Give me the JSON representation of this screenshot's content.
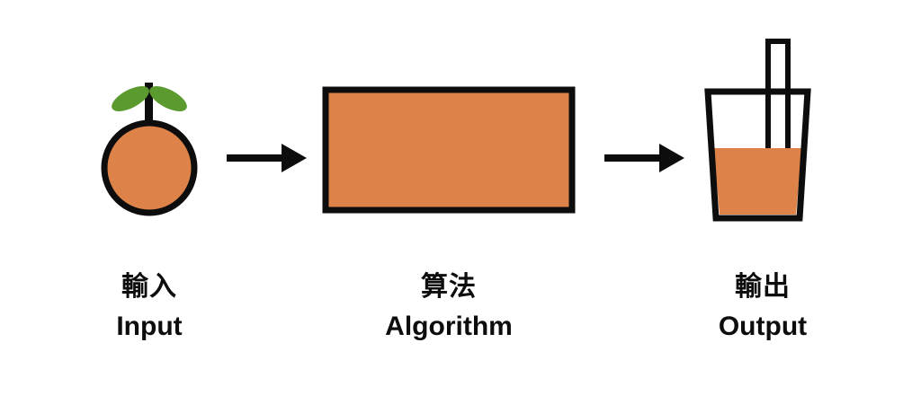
{
  "diagram": {
    "title": "Input-Algorithm-Output pipeline",
    "background_color": "#ffffff",
    "orange_color": "#dd8349",
    "leaf_color": "#5a9a2e",
    "stroke_color": "#0d0d0d"
  },
  "stages": [
    {
      "id": "input",
      "icon": "orange-fruit-icon",
      "label_cn": "輸入",
      "label_en": "Input"
    },
    {
      "id": "algorithm",
      "icon": "algorithm-box-icon",
      "label_cn": "算法",
      "label_en": "Algorithm"
    },
    {
      "id": "output",
      "icon": "juice-glass-icon",
      "label_cn": "輸出",
      "label_en": "Output"
    }
  ],
  "connectors": [
    {
      "id": "arrow-1",
      "icon": "arrow-right-icon",
      "from": "input",
      "to": "algorithm"
    },
    {
      "id": "arrow-2",
      "icon": "arrow-right-icon",
      "from": "algorithm",
      "to": "output"
    }
  ]
}
